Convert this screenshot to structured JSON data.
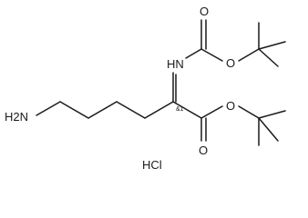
{
  "molecule": {
    "atoms": {
      "amine": "H2N",
      "carbamate_n": "HN",
      "carbamate_carbonyl_o": "O",
      "carbamate_ether_o": "O",
      "ester_ether_o": "O",
      "ester_carbonyl_o": "O"
    },
    "stereo_label": "&1",
    "salt": "HCl"
  },
  "colors": {
    "bond": "#1a1a1a",
    "background": "#ffffff"
  }
}
